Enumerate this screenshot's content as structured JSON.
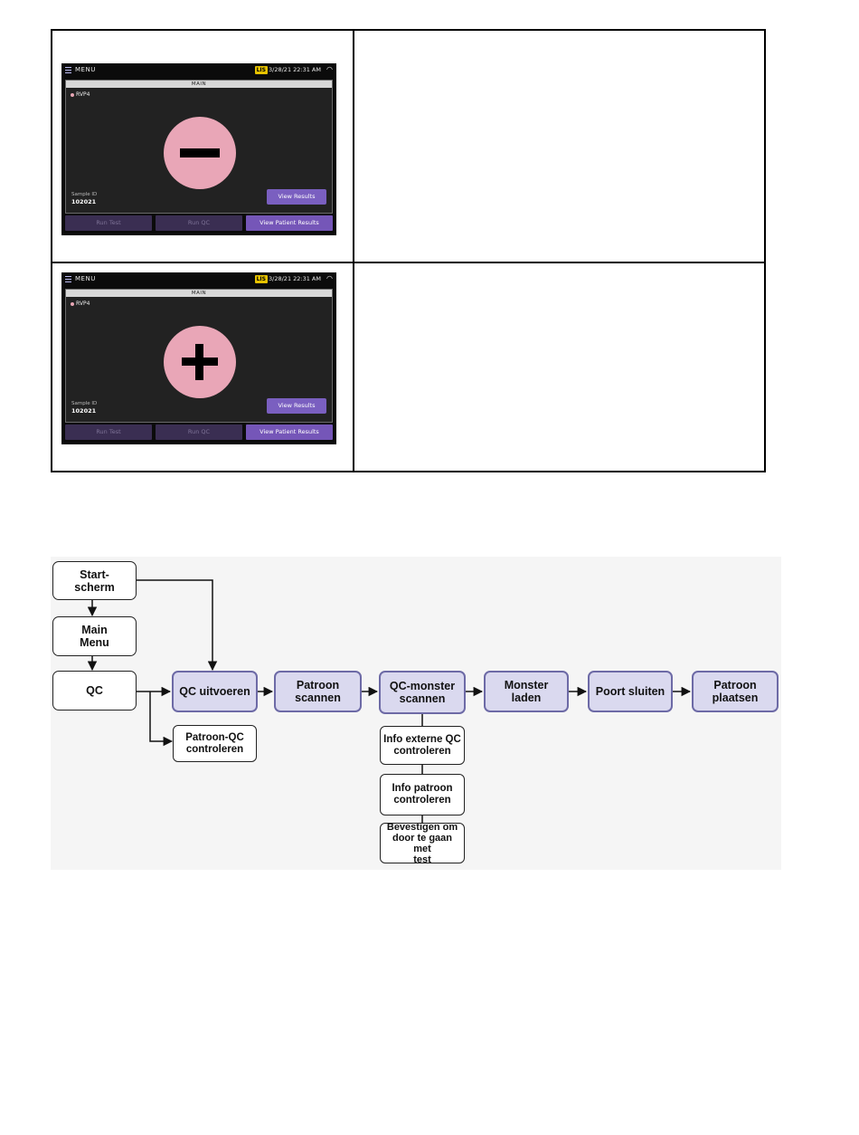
{
  "screens": [
    {
      "menu": "MENU",
      "lis_badge": "LIS",
      "datetime": "3/28/21 22:31 AM",
      "panel_title": "MAIN",
      "assay": "RVP4",
      "result": "negative",
      "sample_id_label": "Sample ID",
      "sample_id": "102021",
      "view_results": "View Results",
      "buttons": [
        "Run Test",
        "Run QC",
        "View Patient Results"
      ]
    },
    {
      "menu": "MENU",
      "lis_badge": "LIS",
      "datetime": "3/28/21 22:31 AM",
      "panel_title": "MAIN",
      "assay": "RVP4",
      "result": "positive",
      "sample_id_label": "Sample ID",
      "sample_id": "102021",
      "view_results": "View Results",
      "buttons": [
        "Run Test",
        "Run QC",
        "View Patient Results"
      ]
    }
  ],
  "flow": {
    "start_line1": "Start-",
    "start_line2": "scherm",
    "main_line1": "Main",
    "main_line2": "Menu",
    "qc": "QC",
    "qc_uitvoeren": "QC uitvoeren",
    "patroon_qc_line1": "Patroon-QC",
    "patroon_qc_line2": "controleren",
    "patroon_scannen_line1": "Patroon",
    "patroon_scannen_line2": "scannen",
    "qc_monster_line1": "QC-monster",
    "qc_monster_line2": "scannen",
    "monster_laden": "Monster laden",
    "poort_sluiten": "Poort sluiten",
    "patroon_plaatsen_line1": "Patroon",
    "patroon_plaatsen_line2": "plaatsen",
    "info_qc_line1": "Info externe QC",
    "info_qc_line2": "controleren",
    "info_patroon_line1": "Info patroon",
    "info_patroon_line2": "controleren",
    "bevestig_line1": "Bevestigen om",
    "bevestig_line2": "door te gaan met",
    "bevestig_line3": "test"
  },
  "colors": {
    "highlight_fill": "#dad9ef",
    "highlight_border": "#6d6aa6",
    "result_circle": "#e9a6b7",
    "primary_button": "#7556b8",
    "disabled_button": "#3a2e52"
  }
}
